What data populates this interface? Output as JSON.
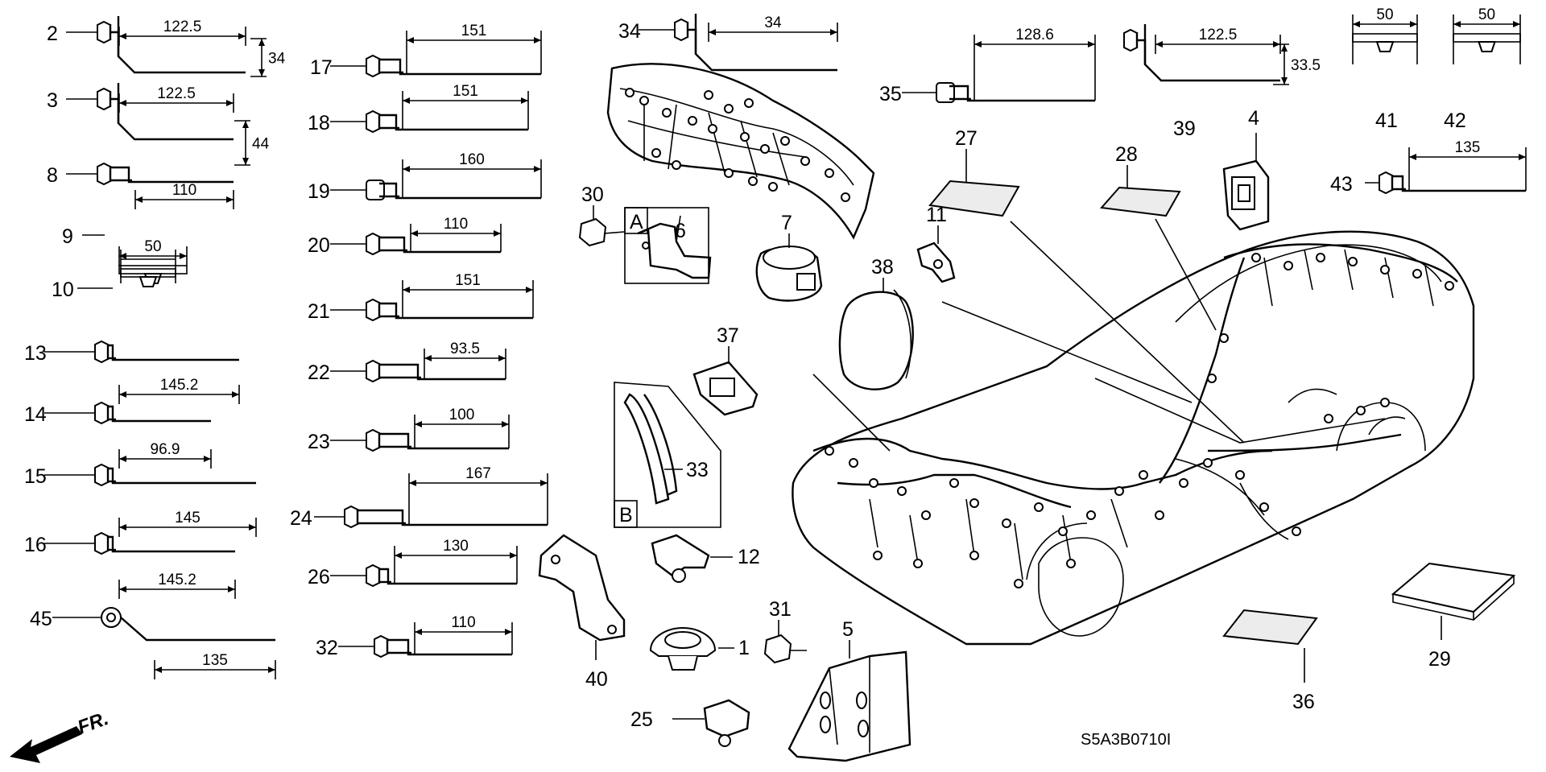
{
  "diagram": {
    "code": "S5A3B0710I",
    "direction_label": "FR.",
    "group_labels": [
      "A",
      "B"
    ],
    "brackets": [
      {
        "id": "b2",
        "callout": "2",
        "dims": [
          "122.5",
          "34"
        ]
      },
      {
        "id": "b3",
        "callout": "3",
        "dims": [
          "122.5",
          "44"
        ]
      },
      {
        "id": "b8",
        "callout": "8",
        "dims": [
          "110"
        ]
      },
      {
        "id": "b9",
        "callout": "9",
        "dims": [
          "50"
        ]
      },
      {
        "id": "b10",
        "callout": "10",
        "dims": []
      },
      {
        "id": "b13",
        "callout": "13",
        "dims": [
          "145.2"
        ]
      },
      {
        "id": "b14",
        "callout": "14",
        "dims": [
          "96.9"
        ]
      },
      {
        "id": "b15",
        "callout": "15",
        "dims": [
          "145"
        ]
      },
      {
        "id": "b16",
        "callout": "16",
        "dims": [
          "145.2"
        ]
      },
      {
        "id": "b45",
        "callout": "45",
        "dims": [
          "135"
        ]
      },
      {
        "id": "b17",
        "callout": "17",
        "dims": [
          "151"
        ]
      },
      {
        "id": "b18",
        "callout": "18",
        "dims": [
          "151"
        ]
      },
      {
        "id": "b19",
        "callout": "19",
        "dims": [
          "160"
        ]
      },
      {
        "id": "b20",
        "callout": "20",
        "dims": [
          "110"
        ]
      },
      {
        "id": "b21",
        "callout": "21",
        "dims": [
          "151"
        ]
      },
      {
        "id": "b22",
        "callout": "22",
        "dims": [
          "93.5"
        ]
      },
      {
        "id": "b23",
        "callout": "23",
        "dims": [
          "100"
        ]
      },
      {
        "id": "b24",
        "callout": "24",
        "dims": [
          "167"
        ]
      },
      {
        "id": "b26",
        "callout": "26",
        "dims": [
          "130"
        ]
      },
      {
        "id": "b32",
        "callout": "32",
        "dims": [
          "110"
        ]
      },
      {
        "id": "b34",
        "callout": "34",
        "dims": [
          "34"
        ]
      },
      {
        "id": "b35",
        "callout": "35",
        "dims": [
          "128.6"
        ]
      },
      {
        "id": "b39",
        "callout": "39",
        "dims": [
          "122.5",
          "33.5"
        ]
      },
      {
        "id": "b41",
        "callout": "41",
        "dims": [
          "50"
        ]
      },
      {
        "id": "b42",
        "callout": "42",
        "dims": [
          "50"
        ]
      },
      {
        "id": "b43",
        "callout": "43",
        "dims": [
          "135"
        ]
      }
    ],
    "parts": [
      {
        "id": "p1",
        "callout": "1"
      },
      {
        "id": "p4",
        "callout": "4"
      },
      {
        "id": "p5",
        "callout": "5"
      },
      {
        "id": "p6",
        "callout": "6"
      },
      {
        "id": "p7",
        "callout": "7"
      },
      {
        "id": "p11",
        "callout": "11"
      },
      {
        "id": "p12",
        "callout": "12"
      },
      {
        "id": "p25",
        "callout": "25"
      },
      {
        "id": "p27",
        "callout": "27"
      },
      {
        "id": "p28",
        "callout": "28"
      },
      {
        "id": "p29",
        "callout": "29"
      },
      {
        "id": "p30",
        "callout": "30"
      },
      {
        "id": "p31",
        "callout": "31"
      },
      {
        "id": "p33",
        "callout": "33"
      },
      {
        "id": "p36",
        "callout": "36"
      },
      {
        "id": "p37",
        "callout": "37"
      },
      {
        "id": "p38",
        "callout": "38"
      },
      {
        "id": "p40",
        "callout": "40"
      }
    ]
  }
}
